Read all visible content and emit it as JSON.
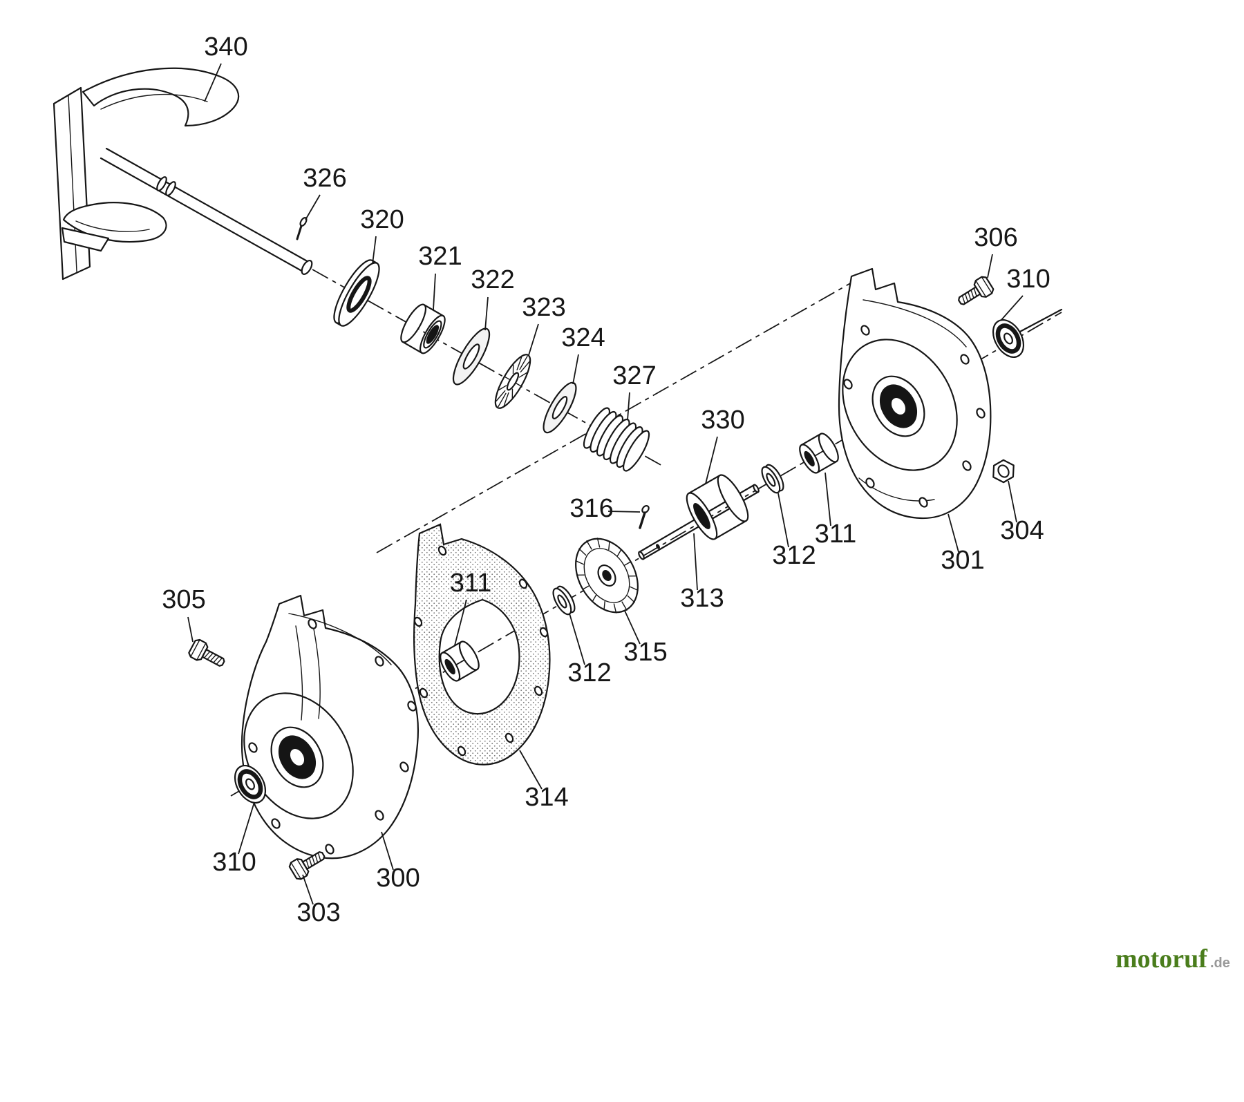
{
  "page": {
    "background": "#ffffff",
    "line_color": "#161616"
  },
  "watermark": {
    "brand": "motoruf",
    "suffix": ".de",
    "brand_color": "#4a7d1c",
    "suffix_color": "#999999"
  },
  "callouts": [
    {
      "part": "340"
    },
    {
      "part": "326"
    },
    {
      "part": "320"
    },
    {
      "part": "321"
    },
    {
      "part": "322"
    },
    {
      "part": "323"
    },
    {
      "part": "324"
    },
    {
      "part": "327"
    },
    {
      "part": "330"
    },
    {
      "part": "316"
    },
    {
      "part": "306"
    },
    {
      "part": "310"
    },
    {
      "part": "304"
    },
    {
      "part": "301"
    },
    {
      "part": "311"
    },
    {
      "part": "312"
    },
    {
      "part": "313"
    },
    {
      "part": "315"
    },
    {
      "part": "312"
    },
    {
      "part": "311"
    },
    {
      "part": "305"
    },
    {
      "part": "314"
    },
    {
      "part": "310"
    },
    {
      "part": "303"
    },
    {
      "part": "300"
    }
  ]
}
